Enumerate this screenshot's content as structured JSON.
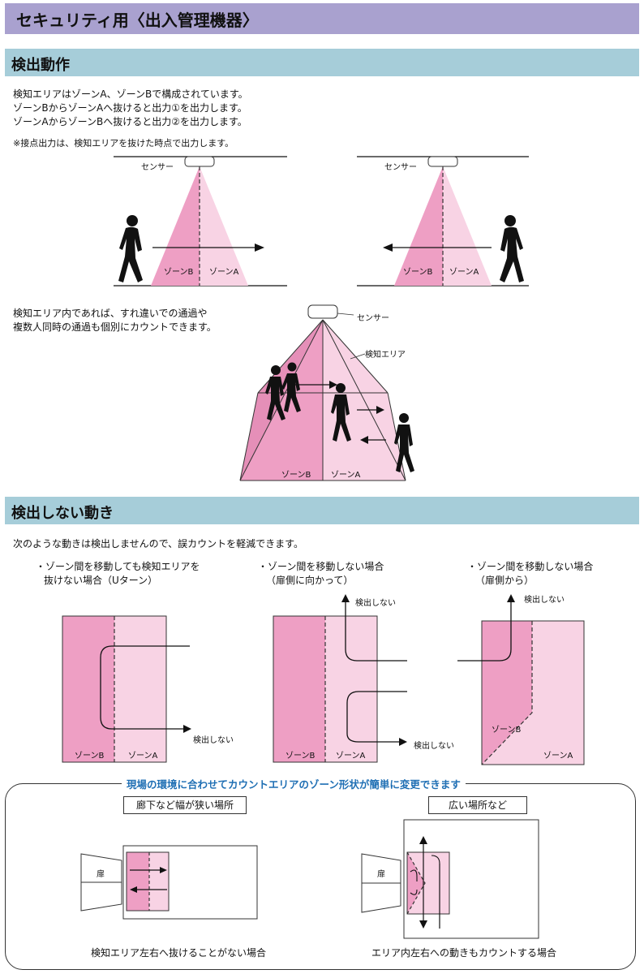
{
  "page_title": "セキュリティ用〈出入管理機器〉",
  "detection": {
    "heading": "検出動作",
    "lines": [
      "検知エリアはゾーンA、ゾーンBで構成されています。",
      "ゾーンBからゾーンAへ抜けると出力①を出力します。",
      "ゾーンAからゾーンBへ抜けると出力②を出力します。"
    ],
    "note": "※接点出力は、検知エリアを抜けた時点で出力します。",
    "sensor_label": "センサー",
    "zone_a": "ゾーンA",
    "zone_b": "ゾーンB",
    "multi_lines": [
      "検知エリア内であれば、すれ違いでの通過や",
      "複数人同時の通過も個別にカウントできます。"
    ],
    "area_label": "検知エリア"
  },
  "no_detection": {
    "heading": "検出しない動き",
    "intro": "次のような動きは検出しませんので、誤カウントを軽減できます。",
    "cases": [
      {
        "line1": "・ゾーン間を移動しても検知エリアを",
        "line2": "抜けない場合（Uターン）"
      },
      {
        "line1": "・ゾーン間を移動しない場合",
        "line2": "（扉側に向かって）"
      },
      {
        "line1": "・ゾーン間を移動しない場合",
        "line2": "（扉側から）"
      }
    ],
    "not_detected": "検出しない"
  },
  "shape_box": {
    "title": "現場の環境に合わせてカウントエリアのゾーン形状が簡単に変更できます",
    "left_label": "廊下など幅が狭い場所",
    "right_label": "広い場所など",
    "door": "扉",
    "left_caption": "検知エリア左右へ抜けることがない場合",
    "right_caption": "エリア内左右への動きもカウントする場合"
  },
  "colors": {
    "title_bar": "#a9a1cf",
    "section_bar": "#a6cdd9",
    "zone_b": "#ee9fc4",
    "zone_a": "#f8d3e4",
    "accent_blue": "#1f6fb4"
  }
}
